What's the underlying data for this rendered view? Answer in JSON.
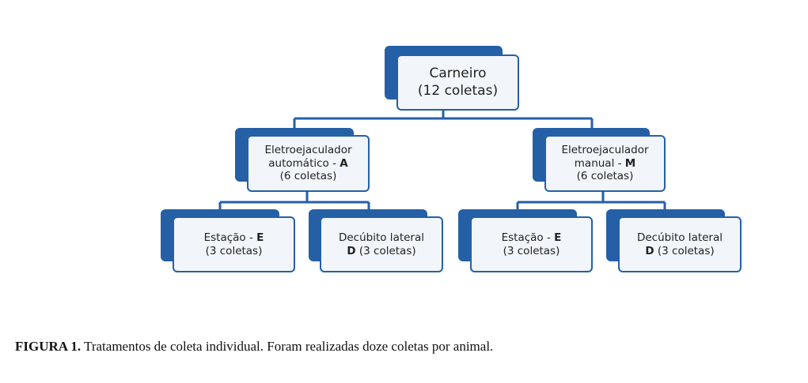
{
  "diagram": {
    "root": {
      "line1": "Carneiro",
      "line2": "(12 coletas)"
    },
    "automatic": {
      "line1": "Eletroejaculador",
      "line2_text": "automático - ",
      "line2_bold": "A",
      "line3": "(6 coletas)"
    },
    "manual": {
      "line1": "Eletroejaculador",
      "line2_text": "manual - ",
      "line2_bold": "M",
      "line3": "(6 coletas)"
    },
    "auto_station": {
      "line1_text": "Estação  - ",
      "line1_bold": "E",
      "line2": "(3 coletas)"
    },
    "auto_lateral": {
      "line1": "Decúbito lateral",
      "line2_bold": "D",
      "line2_text": " (3 coletas)"
    },
    "manual_station": {
      "line1_text": "Estação - ",
      "line1_bold": "E",
      "line2": "(3 coletas)"
    },
    "manual_lateral": {
      "line1": "Decúbito lateral",
      "line2_bold": "D",
      "line2_text": " (3 coletas)"
    },
    "colors": {
      "accent": "#2560a6",
      "box_fill": "#f2f5fa"
    }
  },
  "caption": {
    "label": "FIGURA 1.",
    "text": " Tratamentos de coleta individual. Foram realizadas doze coletas por animal."
  }
}
